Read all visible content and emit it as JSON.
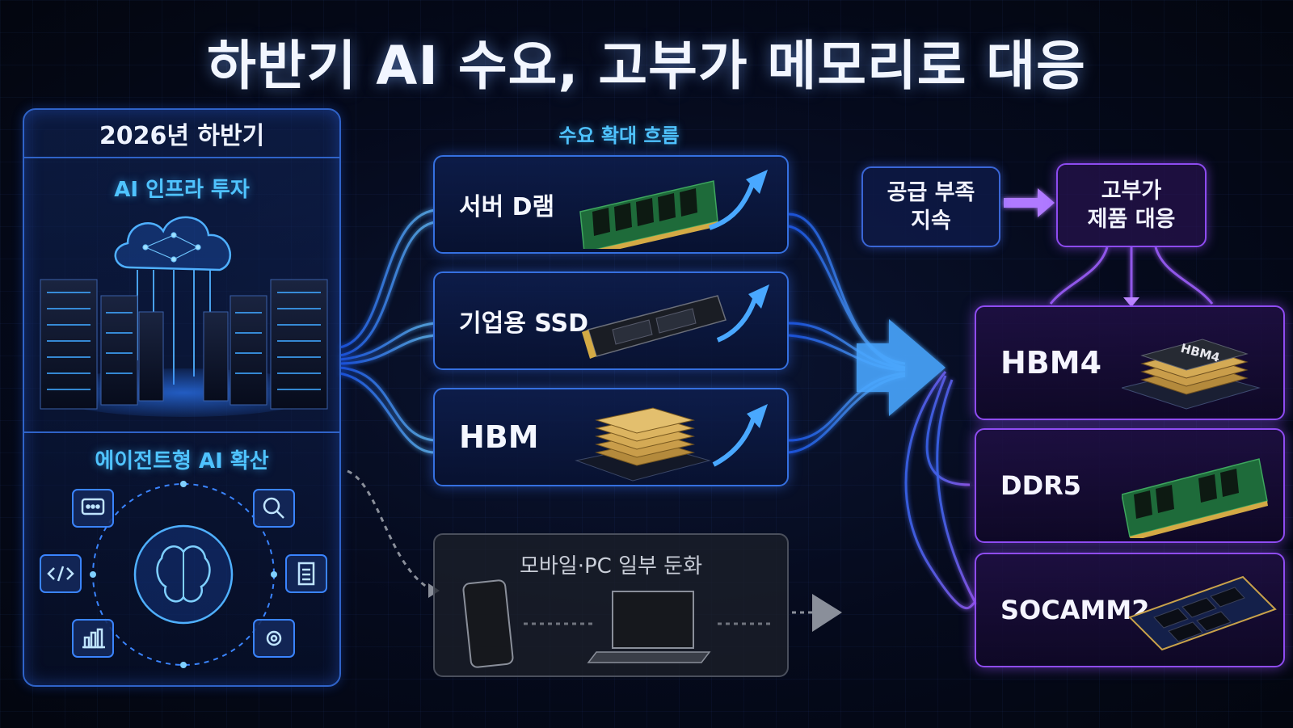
{
  "title": "하반기 AI 수요, 고부가 메모리로 대응",
  "left_panel": {
    "header": "2026년 하반기",
    "infra_label": "AI 인프라 투자",
    "agent_label": "에이전트형 AI 확산"
  },
  "demand_flow": {
    "label": "수요 확대 흐름",
    "items": [
      {
        "label": "서버 D램"
      },
      {
        "label": "기업용 SSD"
      },
      {
        "label": "HBM"
      }
    ]
  },
  "mobile_pc": {
    "label": "모바일·PC 일부 둔화"
  },
  "supply": {
    "shortage_line1": "공급 부족",
    "shortage_line2": "지속",
    "response_line1": "고부가",
    "response_line2": "제품 대응"
  },
  "products": [
    {
      "label": "HBM4",
      "chip_text": "HBM4"
    },
    {
      "label": "DDR5"
    },
    {
      "label": "SOCAMM2"
    }
  ],
  "colors": {
    "accent_blue": "#2f63c8",
    "accent_cyan": "#4fc3ff",
    "accent_purple": "#8f4cf2",
    "muted_gray": "#4a4f5c"
  },
  "icons": [
    "cloud-icon",
    "server-rack-icon",
    "brain-icon",
    "chat-icon",
    "search-icon",
    "code-icon",
    "document-icon",
    "chart-icon",
    "gear-icon",
    "phone-icon",
    "laptop-icon",
    "arrow-icon"
  ]
}
